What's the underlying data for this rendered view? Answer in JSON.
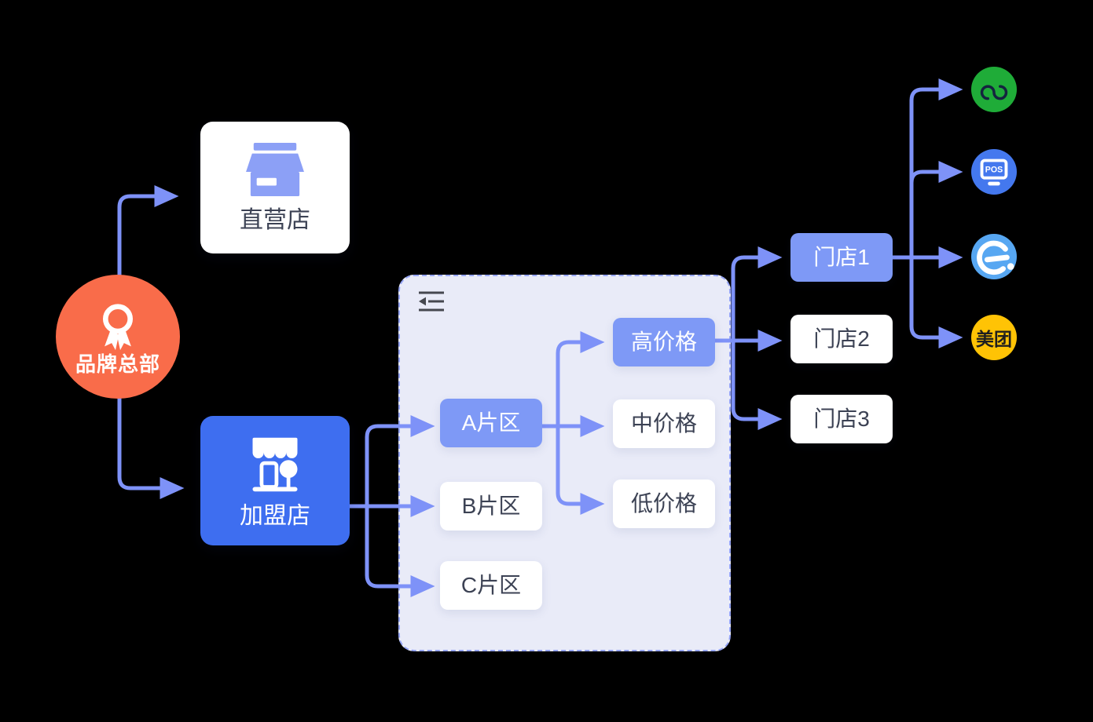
{
  "colors": {
    "canvas-bg": "#000000",
    "connector": "#7E92F8",
    "hq-orange": "#F96C4A",
    "accent-blue": "#3E6EF0",
    "periwinkle": "#7E99F6",
    "panel-bg": "#E9EBF8",
    "panel-border": "#96A5F6",
    "card-bg": "#FFFFFF",
    "dark-text": "#3C4254",
    "store-icon": "#8CA0F6",
    "icon-dark": "#45474F",
    "wechat-green": "#1FAC38",
    "wechat-glyph": "#14243F",
    "pos-blue": "#4478EE",
    "eleme-blue": "#57A7F2",
    "meituan-yellow": "#FFC305",
    "meituan-text": "#1F1F1F"
  },
  "nodes": {
    "hq": {
      "label": "品牌总部",
      "icon": "award-medal-icon"
    },
    "direct_store": {
      "label": "直营店",
      "icon": "storefront-icon"
    },
    "franchise_store": {
      "label": "加盟店",
      "icon": "franchise-shop-icon"
    },
    "panel": {
      "icon": "outdent-icon"
    },
    "regions": [
      {
        "label": "A片区",
        "highlighted": true
      },
      {
        "label": "B片区",
        "highlighted": false
      },
      {
        "label": "C片区",
        "highlighted": false
      }
    ],
    "price_tiers": [
      {
        "label": "高价格",
        "highlighted": true
      },
      {
        "label": "中价格",
        "highlighted": false
      },
      {
        "label": "低价格",
        "highlighted": false
      }
    ],
    "stores": [
      {
        "label": "门店1",
        "highlighted": true
      },
      {
        "label": "门店2",
        "highlighted": false
      },
      {
        "label": "门店3",
        "highlighted": false
      }
    ],
    "platforms": [
      {
        "name": "wechat-mini-program",
        "label": ""
      },
      {
        "name": "pos-terminal",
        "label": "POS"
      },
      {
        "name": "eleme",
        "label": ""
      },
      {
        "name": "meituan",
        "label": "美团"
      }
    ]
  }
}
